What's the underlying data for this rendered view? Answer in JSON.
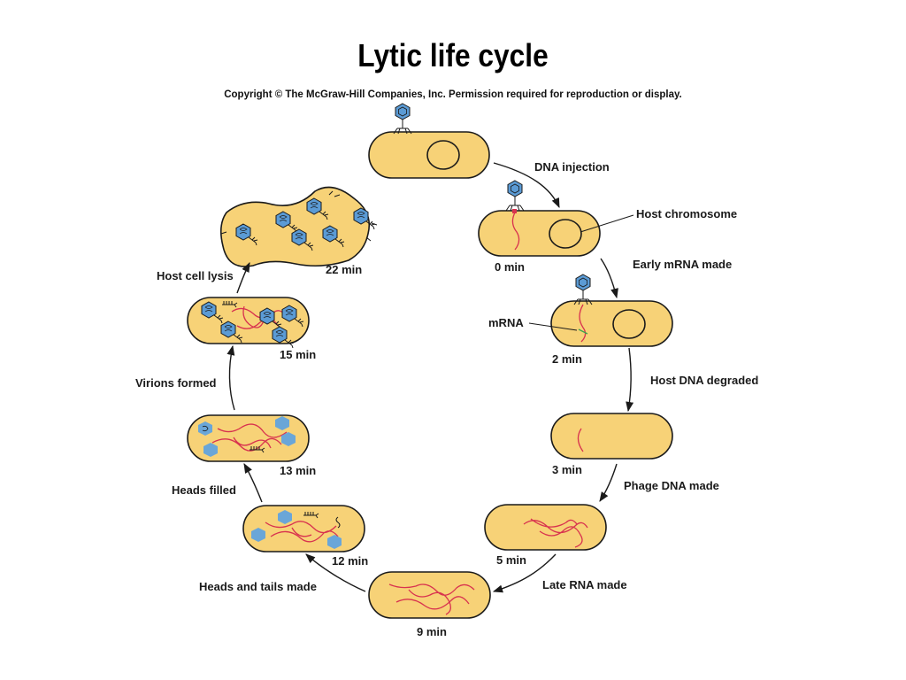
{
  "title": "Lytic life cycle",
  "copyright": "Copyright © The McGraw-Hill Companies, Inc. Permission required for reproduction or display.",
  "labels": {
    "dna_injection": "DNA injection",
    "host_chromosome": "Host chromosome",
    "t0": "0 min",
    "early_mrna": "Early mRNA made",
    "mrna": "mRNA",
    "t2": "2 min",
    "host_dna_degraded": "Host DNA degraded",
    "t3": "3 min",
    "phage_dna_made": "Phage DNA made",
    "t5": "5 min",
    "late_rna": "Late RNA made",
    "t9": "9 min",
    "heads_tails": "Heads and tails made",
    "t12": "12 min",
    "heads_filled": "Heads filled",
    "t13": "13 min",
    "virions_formed": "Virions formed",
    "t15": "15 min",
    "host_cell_lysis": "Host cell lysis",
    "t22": "22 min"
  },
  "colors": {
    "cell_fill": "#f7d277",
    "dna": "#d8324f",
    "phage_head": "#5b9bd5",
    "mrna": "#3fa34d"
  }
}
